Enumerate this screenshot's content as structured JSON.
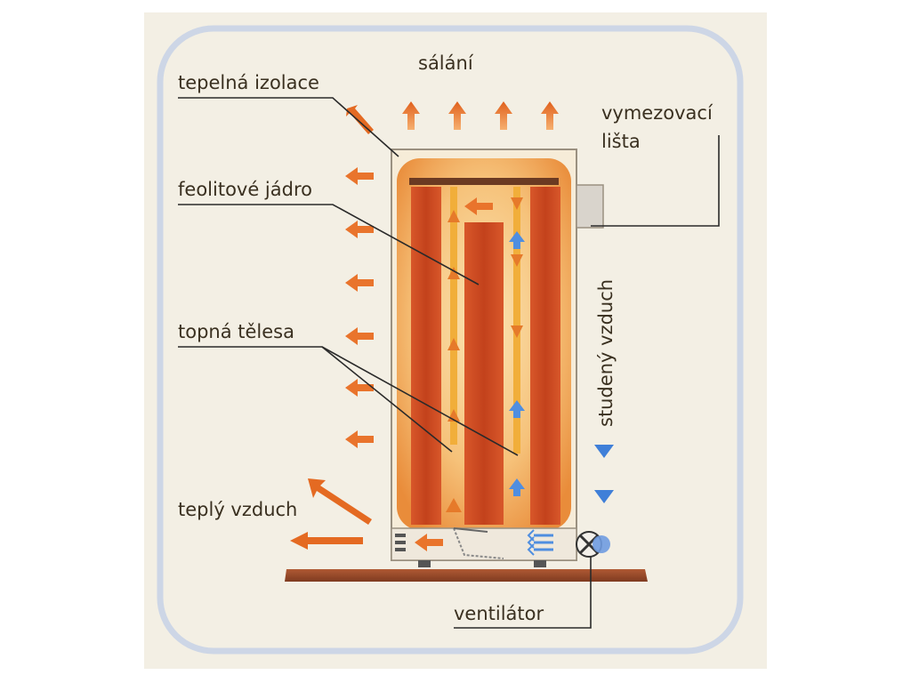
{
  "labels": {
    "radiation": "sálání",
    "thermal_insulation": "tepelná izolace",
    "delimiting_strip_line1": "vymezovací",
    "delimiting_strip_line2": "lišta",
    "feolite_core": "feolitové jádro",
    "heating_elements": "topná tělesa",
    "cold_air": "studený vzduch",
    "warm_air": "teplý vzduch",
    "fan": "ventilátor"
  },
  "colors": {
    "background": "#f3efe4",
    "frame": "#c9d2e2",
    "heater_glow": "#f2a552",
    "core_red": "#c84a1e",
    "warm_arrow": "#e46a22",
    "cold_arrow": "#3f7fd8",
    "floor": "#9a4a2a",
    "label_text": "#3a3020"
  },
  "icons": {
    "warm_air": "arrow-orange-icon",
    "cold_air": "arrow-blue-icon",
    "fan": "fan-icon"
  }
}
